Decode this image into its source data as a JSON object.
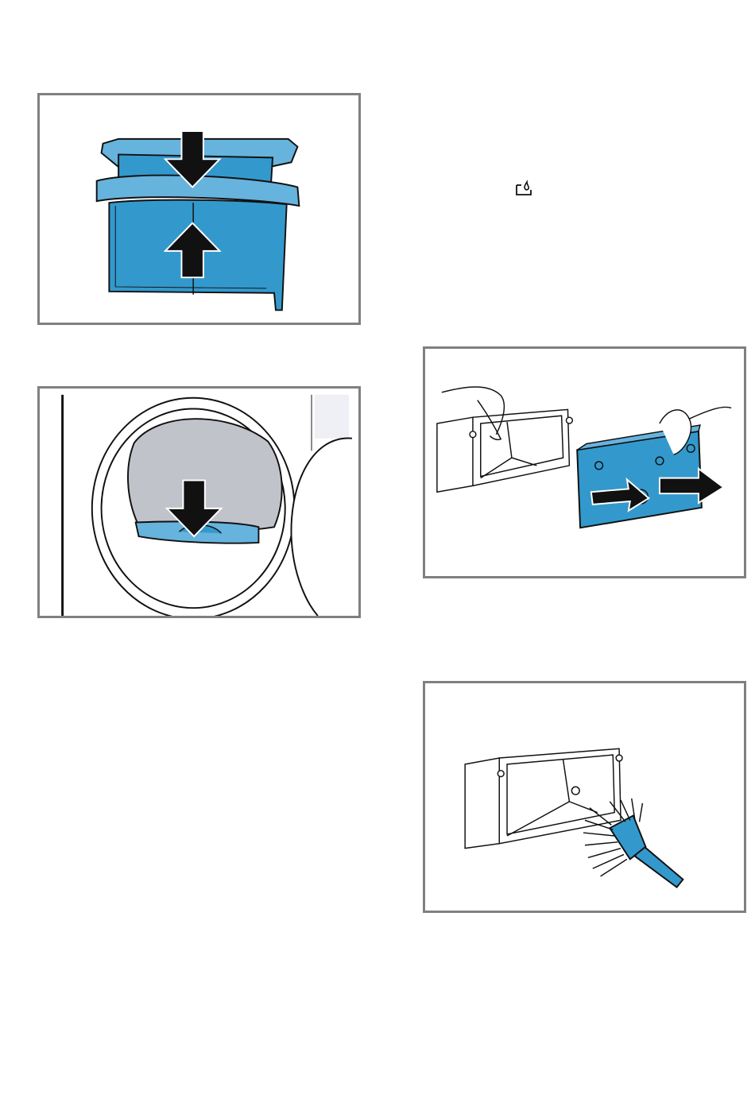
{
  "figures": [
    {
      "id": "fig1",
      "icon": "water-container-filter-insert-icon"
    },
    {
      "id": "fig2",
      "icon": "door-fluff-filter-removal-icon"
    },
    {
      "id": "fig3",
      "icon": "filter-separation-icon"
    },
    {
      "id": "fig4",
      "icon": "filter-brush-cleaning-icon"
    }
  ],
  "inline_symbol": {
    "icon": "condenser-water-container-icon"
  },
  "colors": {
    "blue": "#3399cc",
    "light_blue": "#66b3dd",
    "grey_filter": "#c0c4ca",
    "frame": "#808080",
    "arrow": "#111111"
  }
}
